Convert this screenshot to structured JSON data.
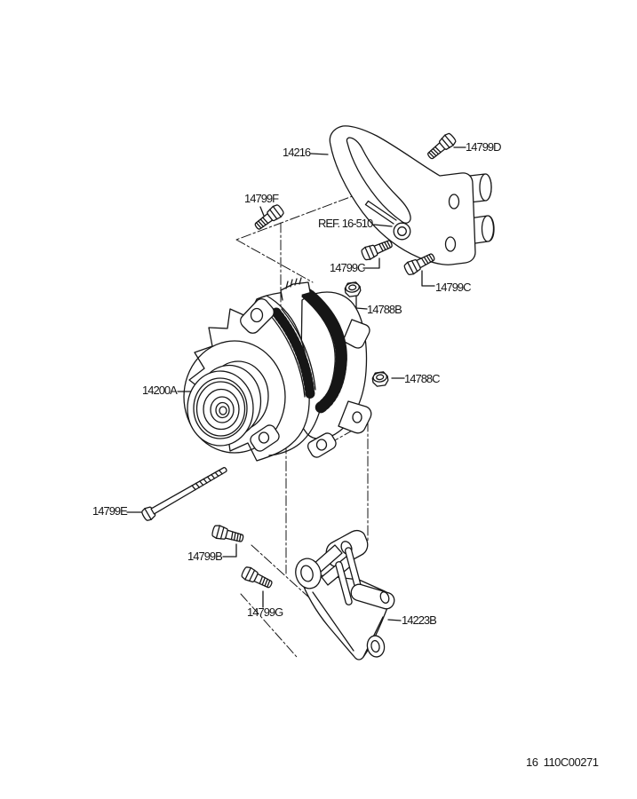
{
  "page": {
    "background": "#ffffff",
    "line_color": "#161616",
    "doc_number": "16  110C00271"
  },
  "callouts": {
    "b14216": "14216",
    "b14799D": "14799D",
    "b14799F": "14799F",
    "ref": "REF. 16-510",
    "b14799C1": "14799C",
    "b14799C2": "14799C",
    "b14788B": "14788B",
    "b14200A": "14200A",
    "b14788C": "14788C",
    "b14799E": "14799E",
    "b14799B": "14799B",
    "b14799G": "14799G",
    "b14223B": "14223B"
  },
  "parts": [
    {
      "number": "14216",
      "depicted_as": "upper mounting bracket"
    },
    {
      "number": "14799D",
      "depicted_as": "hex bolt"
    },
    {
      "number": "14799F",
      "depicted_as": "hex bolt"
    },
    {
      "number": "REF. 16-510",
      "depicted_as": "wire lead with ring terminal (reference)"
    },
    {
      "number": "14799C",
      "depicted_as": "hex bolt (two places)"
    },
    {
      "number": "14788B",
      "depicted_as": "hex nut"
    },
    {
      "number": "14200A",
      "depicted_as": "alternator assembly with pulley"
    },
    {
      "number": "14788C",
      "depicted_as": "hex nut"
    },
    {
      "number": "14799E",
      "depicted_as": "long through bolt"
    },
    {
      "number": "14799B",
      "depicted_as": "hex bolt"
    },
    {
      "number": "14799G",
      "depicted_as": "hex bolt"
    },
    {
      "number": "14223B",
      "depicted_as": "lower mounting bracket"
    }
  ]
}
